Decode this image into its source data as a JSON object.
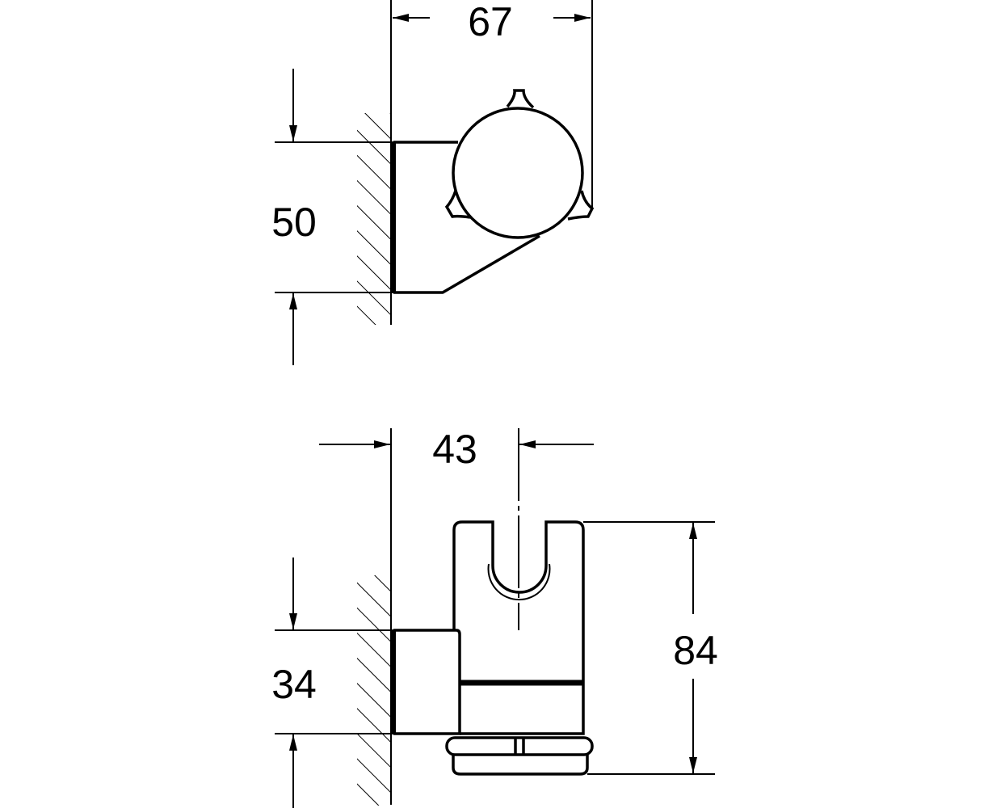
{
  "drawing": {
    "top_view": {
      "width_label": "67",
      "height_label": "50"
    },
    "side_view": {
      "offset_label": "43",
      "height_label": "84",
      "mount_label": "34"
    },
    "colors": {
      "line": "#000000",
      "background": "#ffffff"
    }
  }
}
